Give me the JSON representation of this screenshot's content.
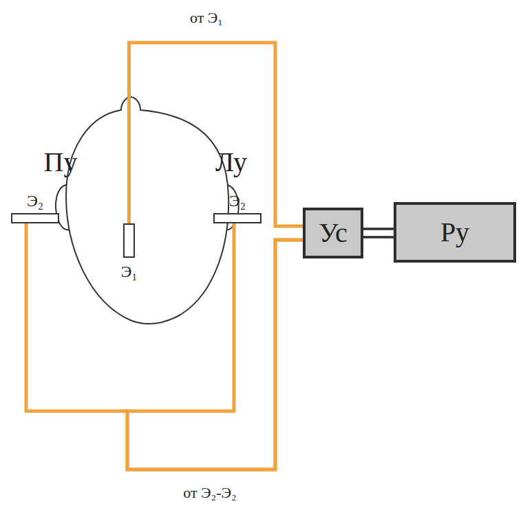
{
  "diagram": {
    "nodes": [
      {
        "text": [
          "Э₁"
        ]
      },
      {
        "text": [
          "Э₂"
        ]
      },
      {
        "text": [
          "Э₂"
        ]
      },
      {
        "text": [
          "Ус"
        ]
      },
      {
        "text": [
          "Ру"
        ]
      }
    ],
    "edges": [
      {
        "from": 0,
        "to": 3,
        "arrow": "none"
      },
      {
        "from": 1,
        "to": 3,
        "arrow": "none"
      },
      {
        "from": 2,
        "to": 3,
        "arrow": "none"
      },
      {
        "from": 3,
        "to": 4,
        "arrow": "none"
      }
    ],
    "labels": [
      "Пу",
      "Лу",
      "от Э₁",
      "от Э₂-Э₂"
    ]
  }
}
